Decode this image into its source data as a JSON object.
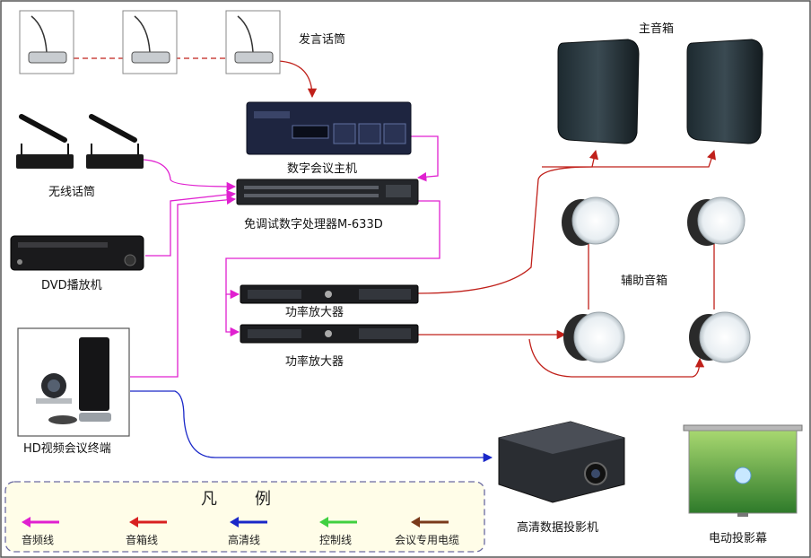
{
  "labels": {
    "mics": "发言话筒",
    "host": "数字会议主机",
    "wireless": "无线话筒",
    "processor": "免调试数字处理器M-633D",
    "dvd": "DVD播放机",
    "amp1": "功率放大器",
    "amp2": "功率放大器",
    "main_speakers": "主音箱",
    "aux_speakers": "辅助音箱",
    "video_terminal": "HD视频会议终端",
    "projector": "高清数据投影机",
    "screen": "电动投影幕"
  },
  "legend": {
    "title": "凡　　例",
    "items": [
      {
        "label": "音频线",
        "color": "#e020d0"
      },
      {
        "label": "音箱线",
        "color": "#d82020"
      },
      {
        "label": "高清线",
        "color": "#1a28c8"
      },
      {
        "label": "控制线",
        "color": "#40d040"
      },
      {
        "label": "会议专用电缆",
        "color": "#7a3a1a"
      }
    ]
  },
  "colors": {
    "audio": "#e020d0",
    "speaker": "#d82020",
    "hd": "#1a28c8",
    "cable": "#7a3a1a"
  }
}
